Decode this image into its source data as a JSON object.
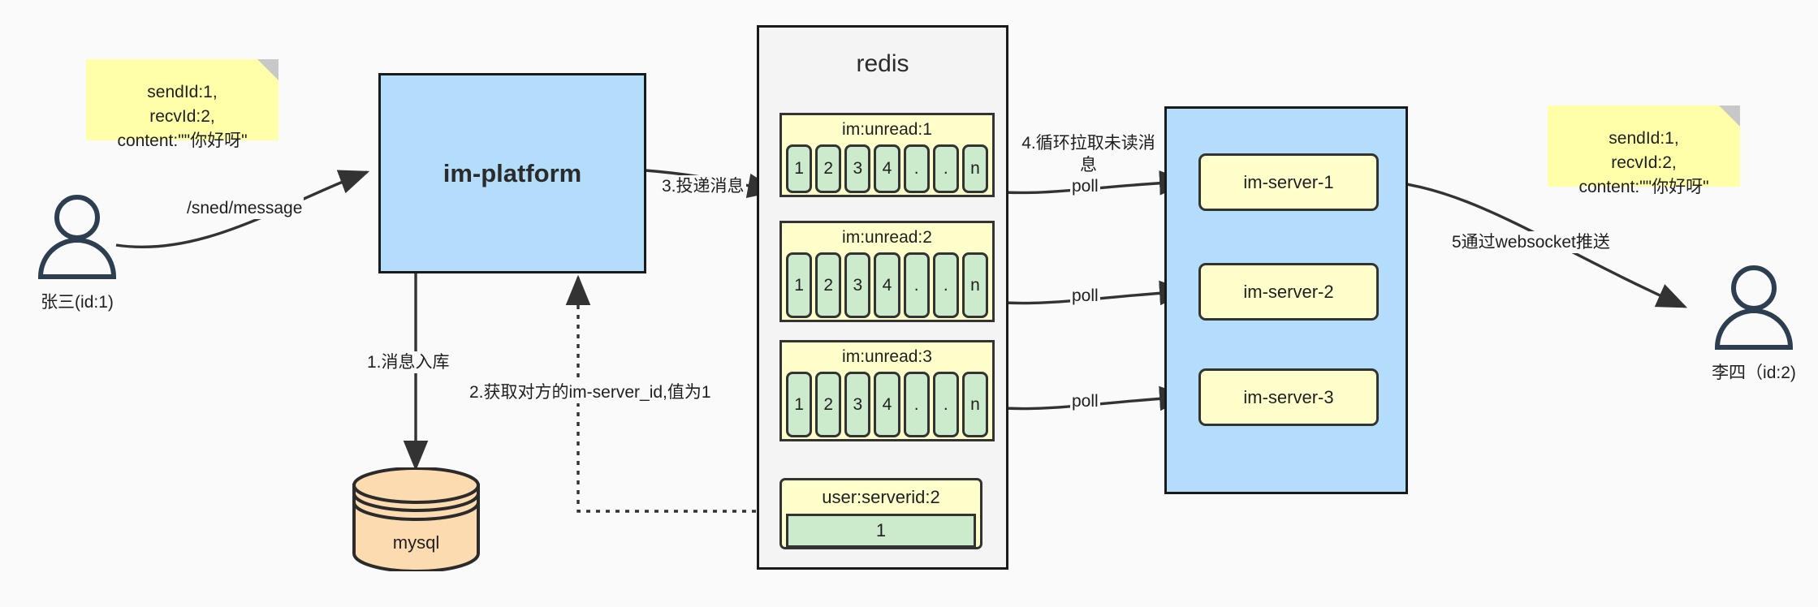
{
  "diagram": {
    "title": "IM message delivery architecture",
    "colors": {
      "note": "#ffffaa",
      "platform": "#b3ddfb",
      "redis_bg": "#f4f4f4",
      "key_header": "#ffffcc",
      "cell": "#ccebcd",
      "mysql": "#fcdbb0",
      "stroke": "#1a1a1a",
      "actor": "#2d3e50"
    }
  },
  "notes": {
    "left": {
      "line1": "sendId:1,",
      "line2": "recvId:2,",
      "line3": "content:\"\"你好呀\""
    },
    "right": {
      "line1": "sendId:1,",
      "line2": "recvId:2,",
      "line3": "content:\"\"你好呀\""
    }
  },
  "actors": {
    "sender": {
      "label": "张三(id:1)",
      "icon": "user-icon"
    },
    "receiver": {
      "label": "李四（id:2)",
      "icon": "user-icon"
    }
  },
  "platform": {
    "label": "im-platform"
  },
  "database": {
    "label": "mysql",
    "icon": "database-cylinder-icon"
  },
  "redis": {
    "title": "redis",
    "keys": [
      {
        "name": "im:unread:1",
        "cells": [
          "1",
          "2",
          "3",
          "4",
          ".",
          ".",
          "n"
        ]
      },
      {
        "name": "im:unread:2",
        "cells": [
          "1",
          "2",
          "3",
          "4",
          ".",
          ".",
          "n"
        ]
      },
      {
        "name": "im:unread:3",
        "cells": [
          "1",
          "2",
          "3",
          "4",
          ".",
          ".",
          "n"
        ]
      }
    ],
    "mapping": {
      "name": "user:serverid:2",
      "value": "1"
    }
  },
  "cluster": {
    "servers": [
      {
        "label": "im-server-1"
      },
      {
        "label": "im-server-2"
      },
      {
        "label": "im-server-3"
      }
    ]
  },
  "edges": {
    "send_message": "/sned/message",
    "step1": "1.消息入库",
    "step2": "2.获取对方的im-server_id,值为1",
    "step3": "3.投递消息",
    "step4": "4.循环拉取未读消\n息",
    "step5": "5通过websocket推送",
    "poll1": "poll",
    "poll2": "poll",
    "poll3": "poll"
  }
}
